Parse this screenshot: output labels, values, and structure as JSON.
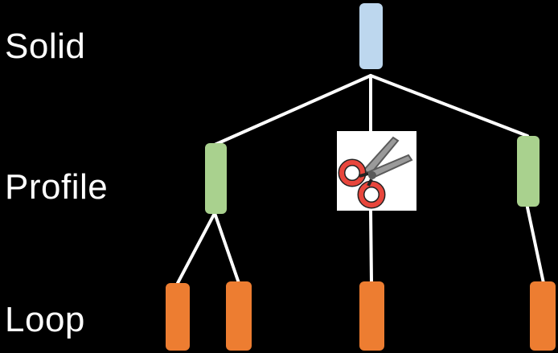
{
  "levels": {
    "solid": "Solid",
    "profile": "Profile",
    "loop": "Loop"
  },
  "colors": {
    "background": "#000000",
    "edge": "#ffffff",
    "solid_node": "#bdd7ee",
    "profile_node": "#a9d18e",
    "loop_node": "#ed7d31",
    "scissors_handle": "#e8463c",
    "scissors_blade": "#9a9a9a"
  },
  "icons": [
    "scissors-icon"
  ],
  "tree": {
    "root": "solid",
    "children": [
      {
        "kind": "profile",
        "children": [
          "loop",
          "loop"
        ]
      },
      {
        "kind": "cut-profile",
        "children": [
          "loop"
        ]
      },
      {
        "kind": "profile",
        "children": [
          "loop"
        ]
      }
    ]
  }
}
